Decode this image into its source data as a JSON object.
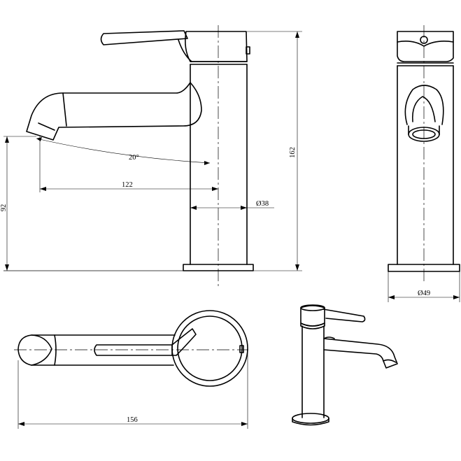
{
  "dimensions": {
    "spout_reach": "122",
    "spout_height": "92",
    "total_height": "162",
    "spout_angle": "20°",
    "body_diameter": "Ø38",
    "base_diameter": "Ø49",
    "plan_length": "156"
  }
}
